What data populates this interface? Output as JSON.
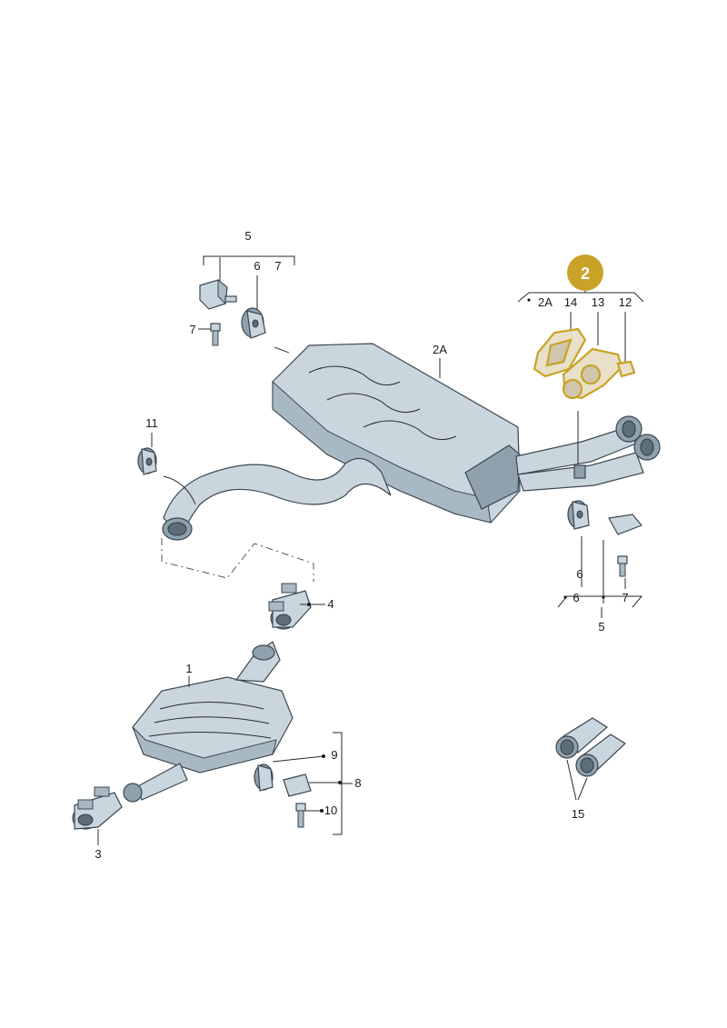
{
  "diagram": {
    "badge": {
      "label": "2",
      "color": "#c9a227"
    },
    "callouts": {
      "top_group": {
        "label": "5",
        "sub6": "6",
        "sub7": "7",
        "left7": "7"
      },
      "right_group": {
        "label_2A": "2A",
        "label_14": "14",
        "label_13": "13",
        "label_12": "12"
      },
      "muffler_rear": {
        "label": "2A"
      },
      "hanger_left": {
        "label": "11"
      },
      "clamp_mid": {
        "label": "4"
      },
      "muffler_front": {
        "label": "1"
      },
      "front_group": {
        "label": "8",
        "sub9": "9",
        "sub10": "10"
      },
      "clamp_front": {
        "label": "3"
      },
      "right_lower_group": {
        "label": "5",
        "sub6": "6",
        "sub7": "7",
        "left6": "6"
      },
      "tips": {
        "label": "15"
      }
    },
    "colors": {
      "highlight": "#c9a227",
      "part_fill": "#c9d6de",
      "line": "#2a2a2a"
    }
  }
}
